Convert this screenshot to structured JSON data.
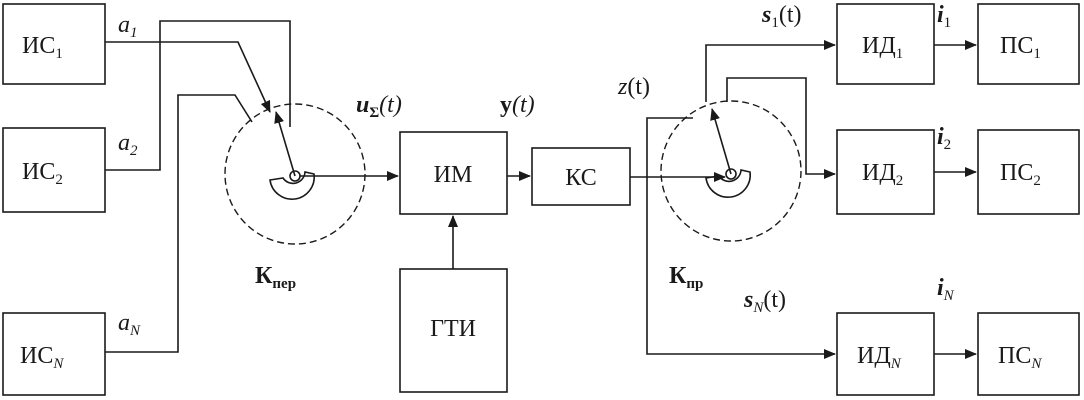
{
  "sources": [
    {
      "base": "ИС",
      "sub": "1"
    },
    {
      "base": "ИС",
      "sub": "2"
    },
    {
      "base": "ИС",
      "sub": "N"
    }
  ],
  "source_signals": [
    {
      "base": "a",
      "sub": "1"
    },
    {
      "base": "a",
      "sub": "2"
    },
    {
      "base": "a",
      "sub": "N"
    }
  ],
  "commutator_tx": {
    "base": "К",
    "sub": "пер"
  },
  "commutator_rx": {
    "base": "К",
    "sub": "пр"
  },
  "sum_signal": {
    "base": "u",
    "sub": "Σ",
    "arg": "(t)"
  },
  "modulator": "ИМ",
  "channel": "КС",
  "pulse_generator": "ГТИ",
  "channel_output": {
    "base": "y",
    "arg": "(t)"
  },
  "received_signal": {
    "base": "z",
    "arg": "(t)"
  },
  "demod_signals": [
    {
      "base": "s",
      "sub": "1",
      "arg": "(t)"
    },
    {
      "base": "s",
      "sub": "N",
      "arg": "(t)"
    }
  ],
  "detectors": [
    {
      "base": "ИД",
      "sub": "1"
    },
    {
      "base": "ИД",
      "sub": "2"
    },
    {
      "base": "ИД",
      "sub": "N"
    }
  ],
  "detector_outputs": [
    {
      "base": "i",
      "sub": "1"
    },
    {
      "base": "i",
      "sub": "2"
    },
    {
      "base": "i",
      "sub": "N"
    }
  ],
  "receivers": [
    {
      "base": "ПС",
      "sub": "1"
    },
    {
      "base": "ПС",
      "sub": "2"
    },
    {
      "base": "ПС",
      "sub": "N"
    }
  ]
}
